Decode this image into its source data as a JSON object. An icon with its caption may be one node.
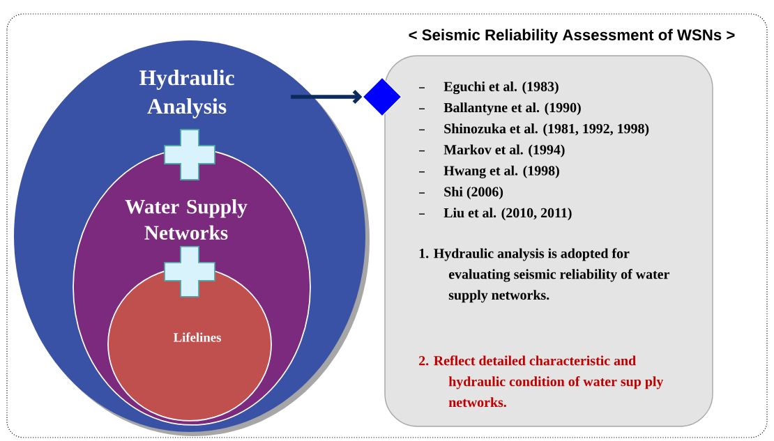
{
  "diagram": {
    "nodes": [
      {
        "text": [
          "Hydraulic Analysis"
        ]
      },
      {
        "text": [
          "Water Supply Networks"
        ],
        "in": 0
      },
      {
        "text": [
          "Lifelines"
        ],
        "in": 1
      },
      {
        "text": [],
        "shape": "diamond"
      },
      {
        "text": [
          "< Seismic Reliability Assessment of WSNs >",
          "Eguchi et al. (1983)",
          "Ballantyne et al. (1990)",
          "Shinozuka et al. (1981, 1992, 1998)",
          "Markov et al. (1994)",
          "Hwang et al. (1998)",
          "Shi (2006)",
          "Liu et al. (2010, 2011)",
          "1. Hydraulic analysis is adopted for evaluating seismic reliability of water supply networks.",
          "2. Reflect detailed characteristic and hydraulic condition of water sup ply networks."
        ]
      }
    ],
    "edges": [
      {
        "from": 0,
        "to": 3,
        "arrow": "to"
      }
    ]
  }
}
